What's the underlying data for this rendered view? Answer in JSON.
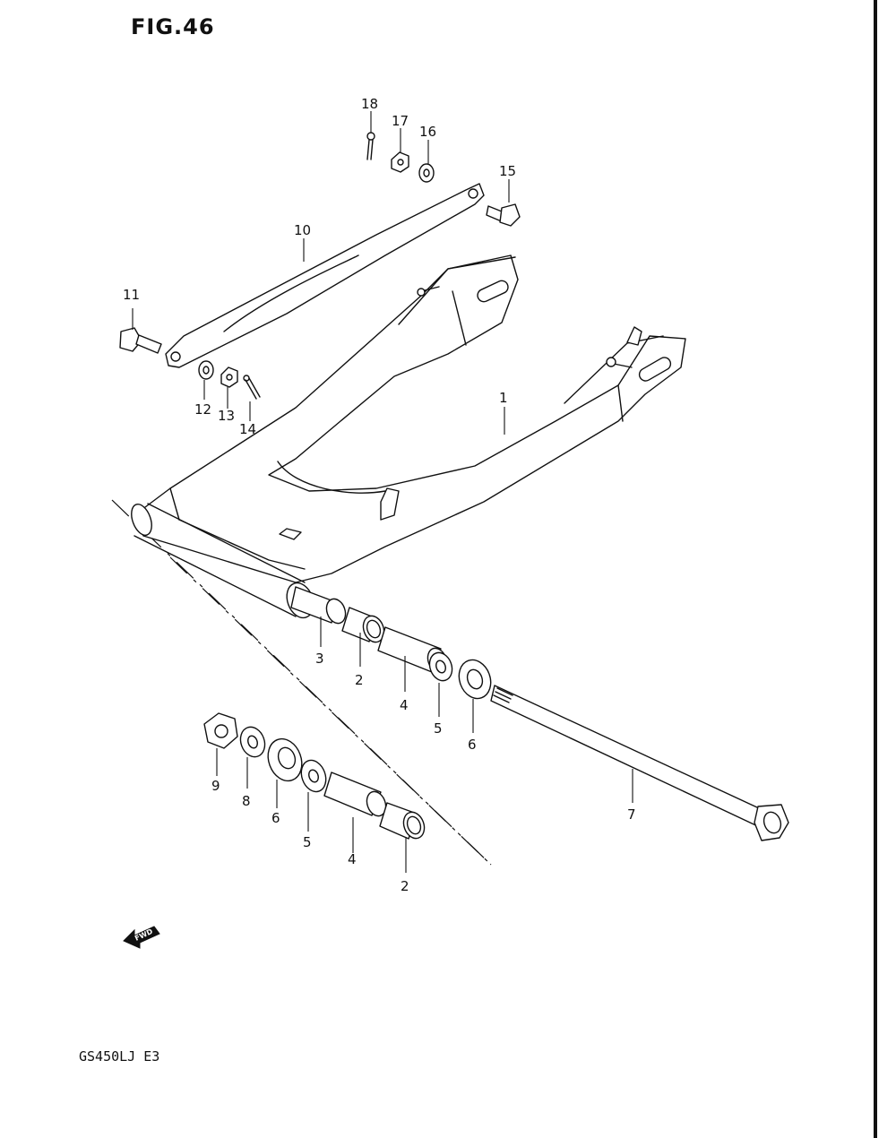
{
  "figure": {
    "title": "FIG.46",
    "model_code": "GS450LJ E3"
  },
  "fwd_badge": {
    "text": "FWD"
  },
  "callouts": [
    {
      "id": "c1",
      "label": "1"
    },
    {
      "id": "c2a",
      "label": "2"
    },
    {
      "id": "c2b",
      "label": "2"
    },
    {
      "id": "c3",
      "label": "3"
    },
    {
      "id": "c4a",
      "label": "4"
    },
    {
      "id": "c4b",
      "label": "4"
    },
    {
      "id": "c5a",
      "label": "5"
    },
    {
      "id": "c5b",
      "label": "5"
    },
    {
      "id": "c6a",
      "label": "6"
    },
    {
      "id": "c6b",
      "label": "6"
    },
    {
      "id": "c7",
      "label": "7"
    },
    {
      "id": "c8",
      "label": "8"
    },
    {
      "id": "c9",
      "label": "9"
    },
    {
      "id": "c10",
      "label": "10"
    },
    {
      "id": "c11",
      "label": "11"
    },
    {
      "id": "c12",
      "label": "12"
    },
    {
      "id": "c13",
      "label": "13"
    },
    {
      "id": "c14",
      "label": "14"
    },
    {
      "id": "c15",
      "label": "15"
    },
    {
      "id": "c16",
      "label": "16"
    },
    {
      "id": "c17",
      "label": "17"
    },
    {
      "id": "c18",
      "label": "18"
    }
  ]
}
